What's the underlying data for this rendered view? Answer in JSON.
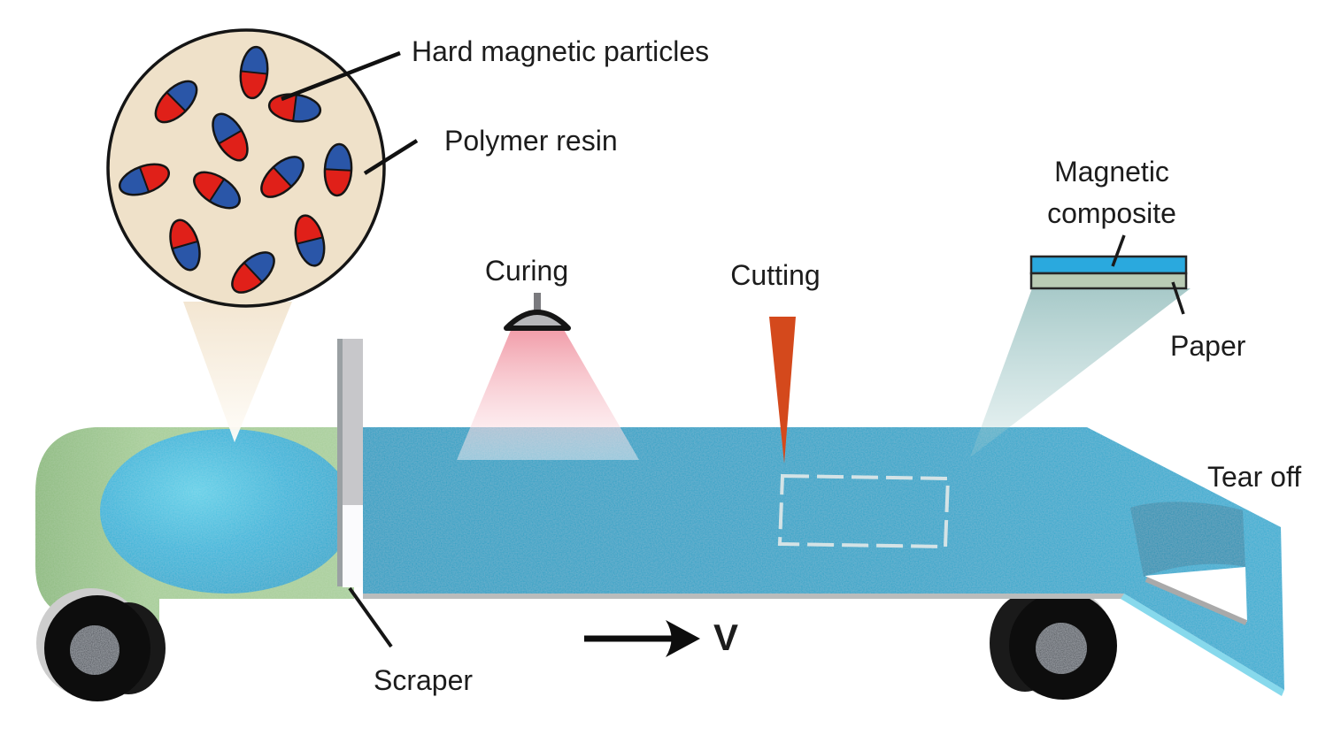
{
  "figure": {
    "kind": "process-diagram",
    "stations_left_to_right": [
      "Scraper",
      "Curing",
      "Cutting",
      "Tear off"
    ]
  },
  "labels": {
    "hard_magnetic_particles": "Hard magnetic particles",
    "polymer_resin": "Polymer resin",
    "curing": "Curing",
    "cutting": "Cutting",
    "magnetic_composite_line1": "Magnetic",
    "magnetic_composite_line2": "composite",
    "paper": "Paper",
    "tear_off": "Tear off",
    "scraper": "Scraper",
    "velocity": "V"
  },
  "inset": {
    "hard_particle_count": 11,
    "particle_halves": [
      "red",
      "blue"
    ]
  },
  "colors": {
    "belt_blue": "#2fa5c9",
    "paste_blue": "#35b6da",
    "paper_green": "#a6cd97",
    "resin_beige": "#efe1c9",
    "particle_red": "#e02019",
    "particle_blue": "#2a56a8",
    "curing_pink": "#f096a3",
    "cutting_orange": "#d4491c",
    "composite_layer_blue": "#2aa9de",
    "paper_layer_green": "#b9cbb4",
    "tear_flap_blue": "#2c93b4",
    "roller_black": "#0d0d0d",
    "scraper_gray": "#c7c7ca"
  }
}
